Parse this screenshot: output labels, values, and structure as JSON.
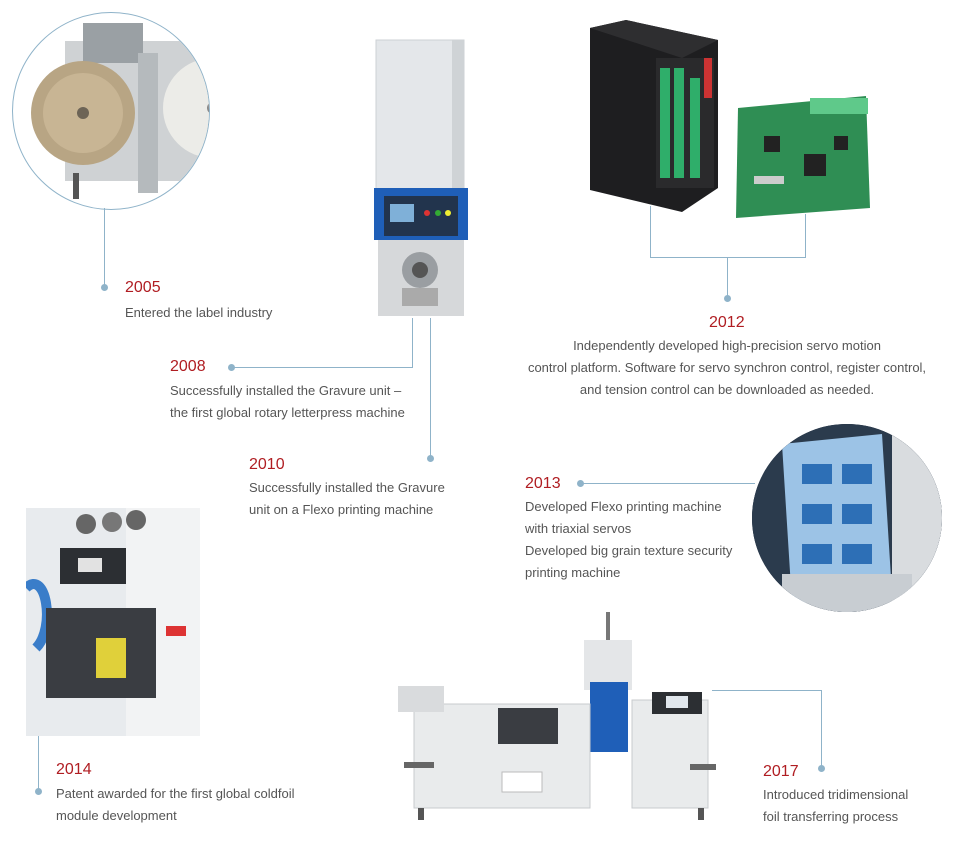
{
  "timeline": [
    {
      "year": "2005",
      "lines": [
        "Entered the label industry"
      ]
    },
    {
      "year": "2008",
      "lines": [
        "Successfully installed the Gravure unit –",
        "the first global rotary letterpress machine"
      ]
    },
    {
      "year": "2010",
      "lines": [
        "Successfully installed the Gravure",
        "unit on a Flexo printing machine"
      ]
    },
    {
      "year": "2012",
      "lines": [
        "Independently developed high-precision servo motion",
        "control platform.  Software for servo synchron control, register control,",
        "and tension control can be downloaded as needed."
      ]
    },
    {
      "year": "2013",
      "lines": [
        "Developed Flexo printing machine",
        "with triaxial servos",
        "Developed big grain texture security",
        "printing machine"
      ]
    },
    {
      "year": "2014",
      "lines": [
        "Patent awarded for the first global coldfoil",
        "module development"
      ]
    },
    {
      "year": "2017",
      "lines": [
        "Introduced tridimensional",
        "foil transferring process"
      ]
    }
  ],
  "colors": {
    "year": "#b01d22",
    "text": "#555555",
    "connector": "#8fb3c9"
  }
}
